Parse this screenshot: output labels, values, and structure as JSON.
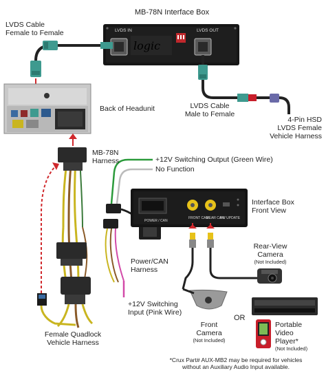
{
  "labels": {
    "interface_box_title": "MB-78N Interface Box",
    "lvds_cable_ff_line1": "LVDS Cable",
    "lvds_cable_ff_line2": "Female to Female",
    "back_of_headunit": "Back of Headunit",
    "lvds_cable_mf_line1": "LVDS Cable",
    "lvds_cable_mf_line2": "Male to Female",
    "hsd_line1": "4-Pin HSD",
    "hsd_line2": "LVDS Female",
    "hsd_line3": "Vehicle Harness",
    "harness_line1": "MB-78N",
    "harness_line2": "Harness",
    "green_wire": "+12V Switching Output (Green Wire)",
    "no_function": "No Function",
    "ib_front_line1": "Interface Box",
    "ib_front_line2": "Front View",
    "power_can_line1": "Power/CAN",
    "power_can_line2": "Harness",
    "rear_cam_line1": "Rear-View",
    "rear_cam_line2": "Camera",
    "not_included": "(Not Included)",
    "pink_line1": "+12V Switching",
    "pink_line2": "Input (Pink Wire)",
    "quadlock_line1": "Female Quadlock",
    "quadlock_line2": "Vehicle Harness",
    "front_cam_line1": "Front",
    "front_cam_line2": "Camera",
    "or": "OR",
    "pvp_line1": "Portable",
    "pvp_line2": "Video",
    "pvp_line3": "Player*",
    "footnote_line1": "*Crux Part# AUX-MB2 may be required for vehicles",
    "footnote_line2": "without an Auxiliary Audio Input available."
  },
  "device_text": {
    "lvds_in": "LVDS IN",
    "lvds_out": "LVDS OUT",
    "brand_text": "logic",
    "power_can": "POWER / CAN",
    "front_cam": "FRONT CAM",
    "rear_cam": "REAR CAM",
    "fw_update": "FW UPDATE"
  },
  "colors": {
    "lvds_teal": "#3e9a8f",
    "lvds_red": "#c81e2a",
    "green_wire": "#2a9a3a",
    "pink_wire": "#d24aa8",
    "rca_yellow": "#e7c21a",
    "harness_yellow": "#c9b520",
    "harness_brown": "#8a5a28",
    "arrow_red": "#d0282c"
  }
}
